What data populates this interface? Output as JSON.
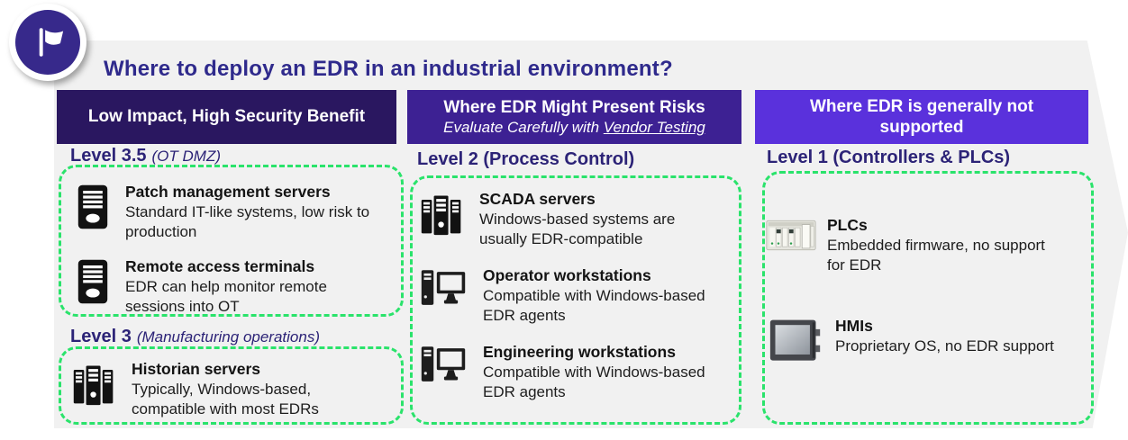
{
  "page": {
    "title": "Where to deploy an EDR in an industrial environment?"
  },
  "badge": {
    "icon": "flag-icon"
  },
  "colors": {
    "banner_bg": "#f1f1f1",
    "title_text": "#2f2a8c",
    "level_heading_text": "#2c2377",
    "column1_header_bg": "#2a1760",
    "column2_header_bg": "#3d2193",
    "column3_header_bg": "#5a31dc",
    "dashed_border_green": "#2ae36b",
    "badge_circle": "#37298b",
    "body_text": "#1d1d1d"
  },
  "columns": [
    {
      "header": {
        "line1": "Low Impact, High Security Benefit"
      },
      "sections": [
        {
          "level": "Level 3.5",
          "qualifier": "(OT DMZ)",
          "items": [
            {
              "icon": "server-tower-icon",
              "title": "Patch management servers",
              "desc": "Standard IT-like systems, low risk to production"
            },
            {
              "icon": "server-tower-icon",
              "title": "Remote access terminals",
              "desc": "EDR can help monitor remote sessions into OT"
            }
          ]
        },
        {
          "level": "Level 3",
          "qualifier": "(Manufacturing operations)",
          "items": [
            {
              "icon": "server-rack-icon",
              "title": "Historian servers",
              "desc": "Typically, Windows-based, compatible with most EDRs"
            }
          ]
        }
      ]
    },
    {
      "header": {
        "line1": "Where EDR Might Present Risks",
        "line2_prefix": "Evaluate Carefully with ",
        "line2_underlined": "Vendor Testing"
      },
      "sections": [
        {
          "level": "Level 2 (Process Control)",
          "qualifier": "",
          "items": [
            {
              "icon": "server-rack-icon",
              "title": "SCADA servers",
              "desc": "Windows-based systems are usually EDR-compatible"
            },
            {
              "icon": "workstation-icon",
              "title": "Operator workstations",
              "desc": "Compatible with Windows-based EDR agents"
            },
            {
              "icon": "workstation-icon",
              "title": "Engineering workstations",
              "desc": "Compatible with Windows-based EDR agents"
            }
          ]
        }
      ]
    },
    {
      "header": {
        "line1": "Where EDR is generally not supported"
      },
      "sections": [
        {
          "level": "Level 1 (Controllers & PLCs)",
          "qualifier": "",
          "items": [
            {
              "icon": "plc-icon",
              "title": "PLCs",
              "desc": "Embedded firmware, no support for EDR"
            },
            {
              "icon": "hmi-icon",
              "title": "HMIs",
              "desc": "Proprietary OS, no EDR support"
            }
          ]
        }
      ]
    }
  ]
}
